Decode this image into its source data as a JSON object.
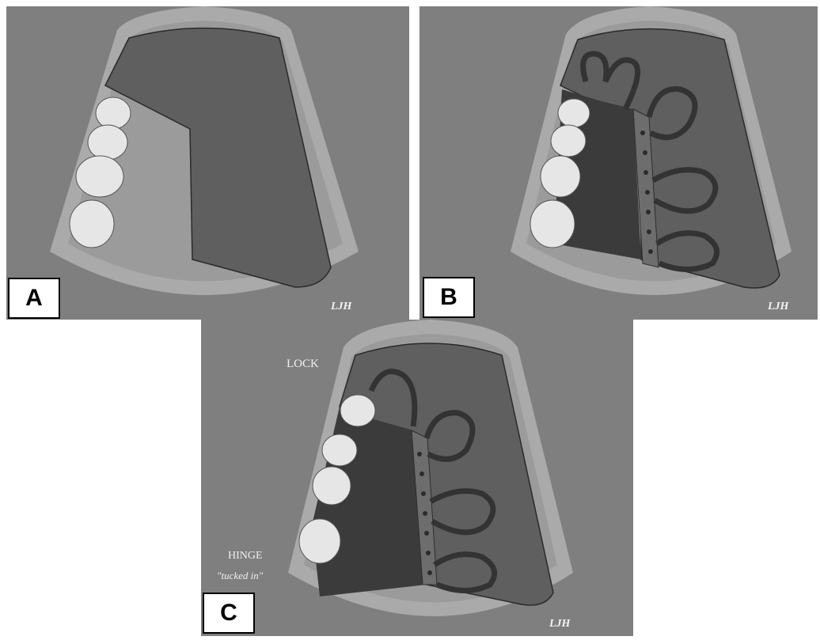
{
  "panels": [
    {
      "id": "A",
      "label": "A",
      "signature": "LJH"
    },
    {
      "id": "B",
      "label": "B",
      "signature": "LJH"
    },
    {
      "id": "C",
      "label": "C",
      "signature": "LJH",
      "annotations": {
        "lock": "LOCK",
        "hinge": "HINGE",
        "tucked": "\"tucked in\""
      }
    }
  ],
  "colors": {
    "background": "#7f7f7f",
    "arch_outer": "#a9a9a9",
    "arch_inner": "#9a9a9a",
    "palate": "#5e5e5e",
    "dark_base": "#3a3a3a",
    "connector": "#6c6c6c",
    "loop": "#333333",
    "tooth": "#e6e6e6"
  }
}
